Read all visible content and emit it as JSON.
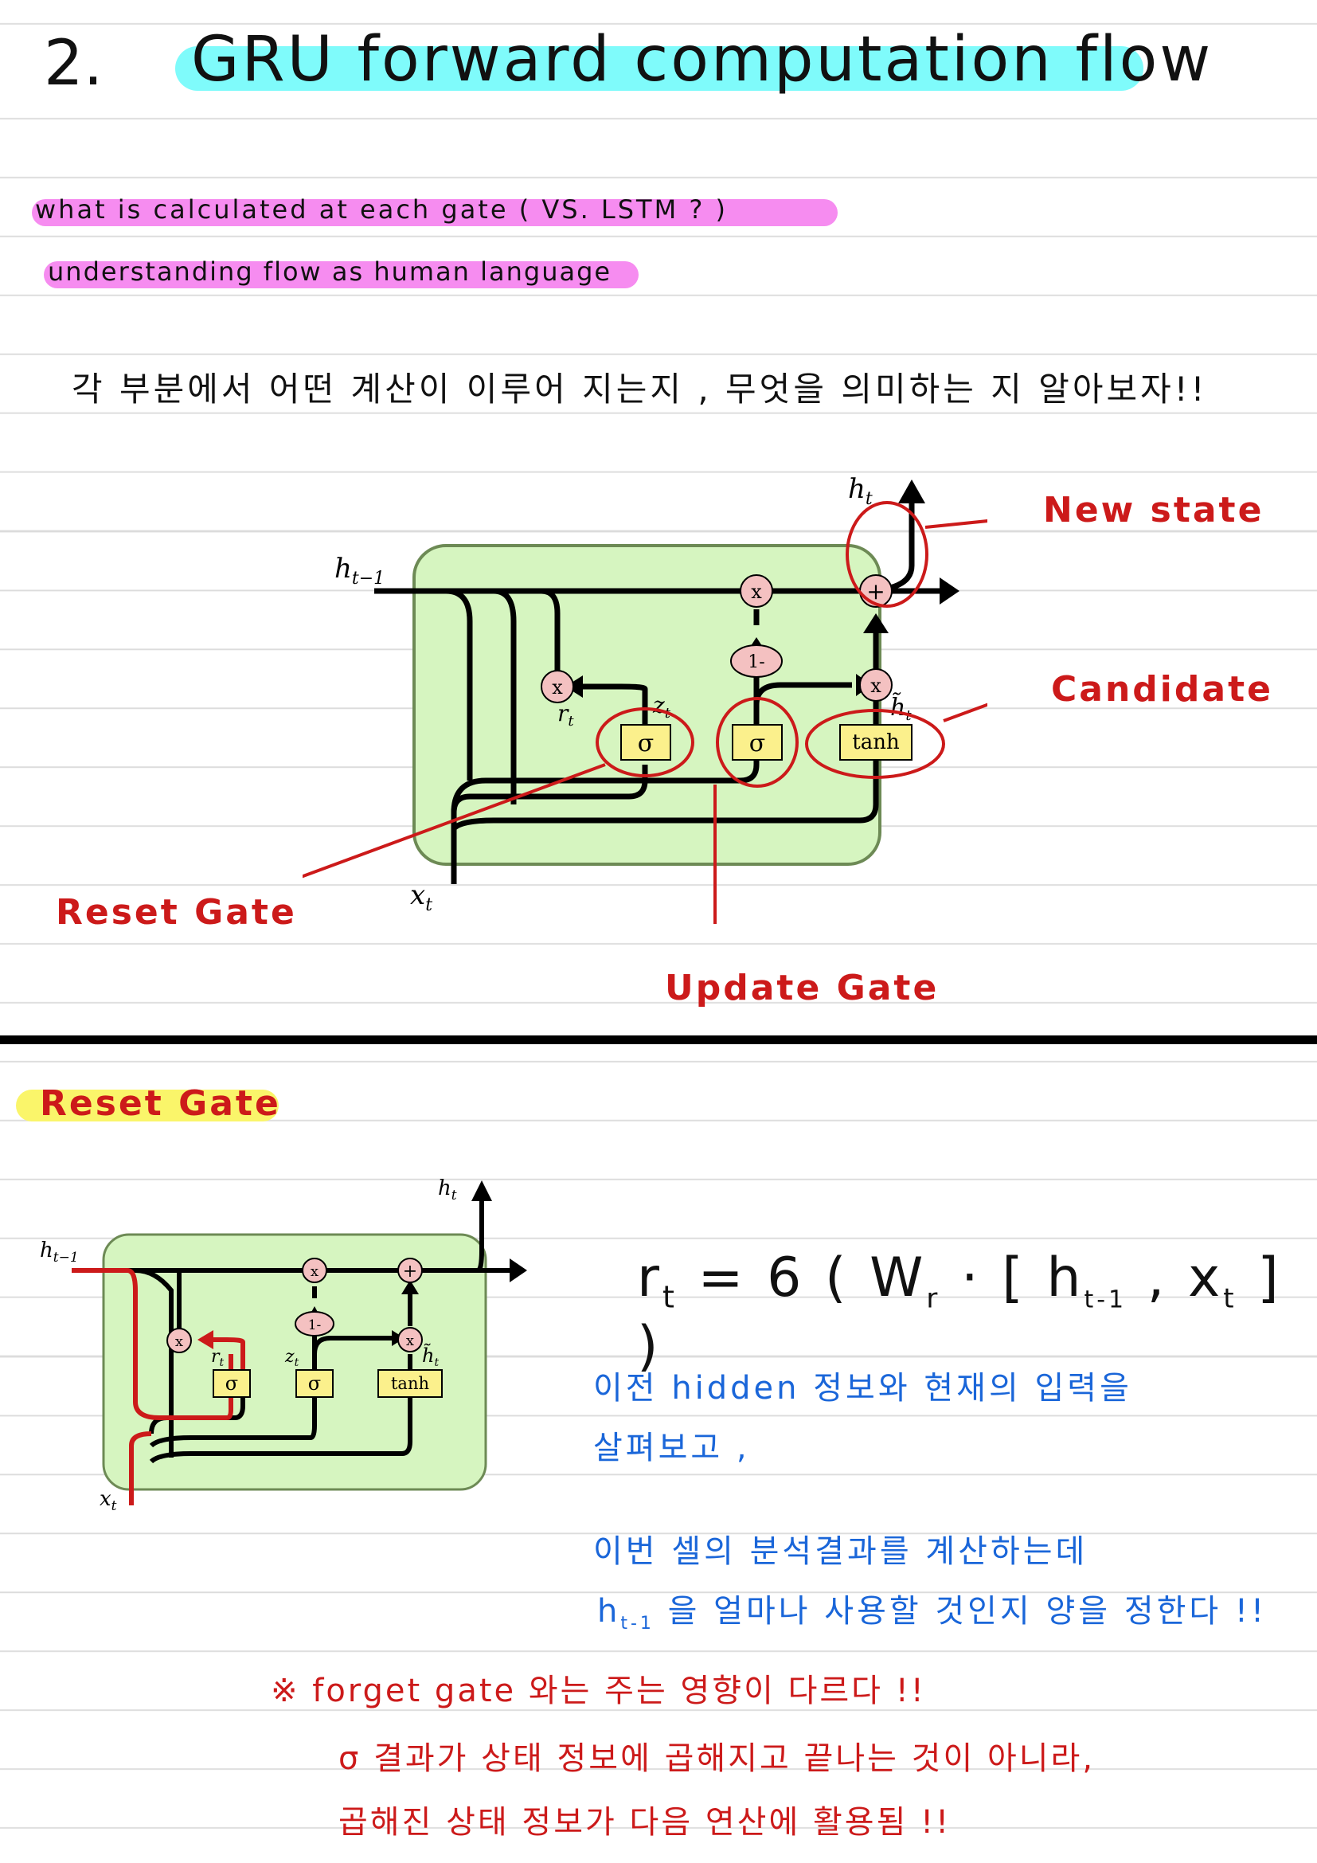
{
  "header": {
    "number": "2.",
    "title": "GRU forward computation flow",
    "subtitle1": "what is calculated at each gate ( VS. LSTM ? )",
    "subtitle2": "understanding flow as human language"
  },
  "intro": "각 부분에서 어떤 계산이 이루어 지는지 , 무엇을 의미하는 지 알아보자!!",
  "diagram1": {
    "labels": {
      "h_prev": "h",
      "h_prev_sub": "t−1",
      "h_t": "h",
      "h_t_sub": "t",
      "x_t": "x",
      "x_t_sub": "t",
      "r_t": "r",
      "r_t_sub": "t",
      "z_t": "z",
      "z_t_sub": "t",
      "h_tilde": "h̃",
      "h_tilde_sub": "t"
    },
    "ops": {
      "mult": "x",
      "plus": "+",
      "one_minus": "1-"
    },
    "boxes": {
      "sigma1": "σ",
      "sigma2": "σ",
      "tanh": "tanh"
    },
    "annotations": {
      "new_state": "New state",
      "candidate": "Candidate",
      "reset_gate": "Reset Gate",
      "update_gate": "Update Gate"
    }
  },
  "section_reset": {
    "heading": "Reset Gate",
    "formula": {
      "lhs": "r",
      "lhs_sub": "t",
      "eq": "= 6 ( W",
      "w_sub": "r",
      "mid": "· [ h",
      "h_sub": "t-1",
      "comma": ", x",
      "x_sub": "t",
      "end": "] )"
    },
    "notes_blue": {
      "line1": "이전 hidden 정보와 현재의 입력을",
      "line2": "살펴보고 ,",
      "line3": "이번 셀의 분석결과를 계산하는데",
      "line4_h": "h",
      "line4_sub": "t-1",
      "line4_rest": "을 얼마나 사용할 것인지 양을 정한다 !!"
    },
    "notes_red": {
      "line1": "※ forget gate 와는 주는 영향이 다르다 !!",
      "line2": "σ 결과가 상태 정보에 곱해지고 끝나는 것이 아니라,",
      "line3": "곱해진 상태 정보가 다음 연산에 활용됨 !!"
    }
  },
  "colors": {
    "title_highlight": "#7ffbfb",
    "subtitle_highlight": "#f68cf0",
    "section_highlight": "#faf56a",
    "annotation_red": "#cc1a1a",
    "note_blue": "#1a66d9",
    "cell_green": "#d6f5c0",
    "gate_yellow": "#fbf08c",
    "op_pink": "#f4c1c1"
  }
}
